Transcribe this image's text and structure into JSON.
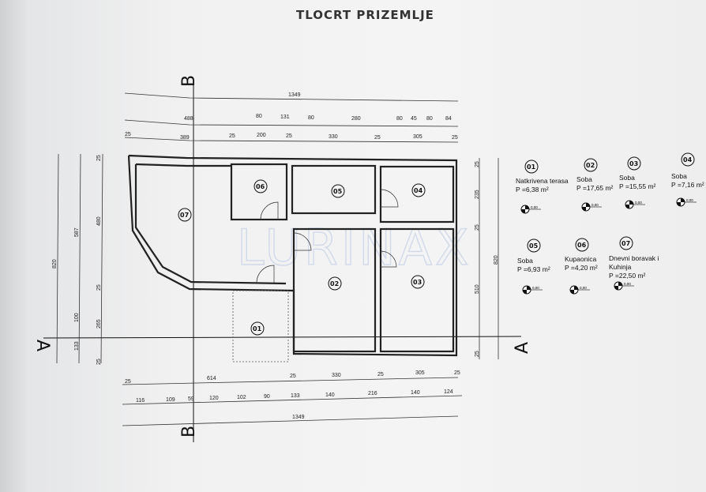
{
  "title": "TLOCRT PRIZEMLJE",
  "watermark": "LURINAX",
  "section_labels": {
    "a": "A",
    "b": "B"
  },
  "dimensions": {
    "top_total": "1349",
    "top_row2": [
      "488",
      "80",
      "131",
      "80",
      "280",
      "80",
      "45",
      "80",
      "84"
    ],
    "top_row3": [
      "25",
      "389",
      "25",
      "200",
      "25",
      "330",
      "25",
      "305",
      "25"
    ],
    "bottom_row1": [
      "25",
      "614",
      "25",
      "330",
      "25",
      "305",
      "25"
    ],
    "bottom_row2": [
      "116",
      "109",
      "59",
      "120",
      "102",
      "90",
      "133",
      "140",
      "216",
      "140",
      "124"
    ],
    "bottom_total": "1349",
    "left_outer": "820",
    "left_mid": [
      "587",
      "100",
      "133"
    ],
    "left_inner": [
      "25",
      "480",
      "25",
      "265",
      "25"
    ],
    "right_inner": [
      "25",
      "235",
      "25",
      "510",
      "25"
    ],
    "right_outer": "820"
  },
  "rooms": [
    {
      "num": "01",
      "name": "Natkrivena terasa",
      "area": "P =6,38 m²",
      "level": "0,00"
    },
    {
      "num": "02",
      "name": "Soba",
      "area": "P =17,65 m²",
      "level": "0,00"
    },
    {
      "num": "03",
      "name": "Soba",
      "area": "P =15,55 m²",
      "level": "0,00"
    },
    {
      "num": "04",
      "name": "Soba",
      "area": "P =7,16 m²",
      "level": "0,00"
    },
    {
      "num": "05",
      "name": "Soba",
      "area": "P =6,93 m²",
      "level": "0,00"
    },
    {
      "num": "06",
      "name": "Kupaonica",
      "area": "P =4,20 m²",
      "level": "0,00"
    },
    {
      "num": "07",
      "name": "Dnevni boravak i",
      "name2": "Kuhinja",
      "area": "P =22,50 m²",
      "level": "0,00"
    }
  ]
}
